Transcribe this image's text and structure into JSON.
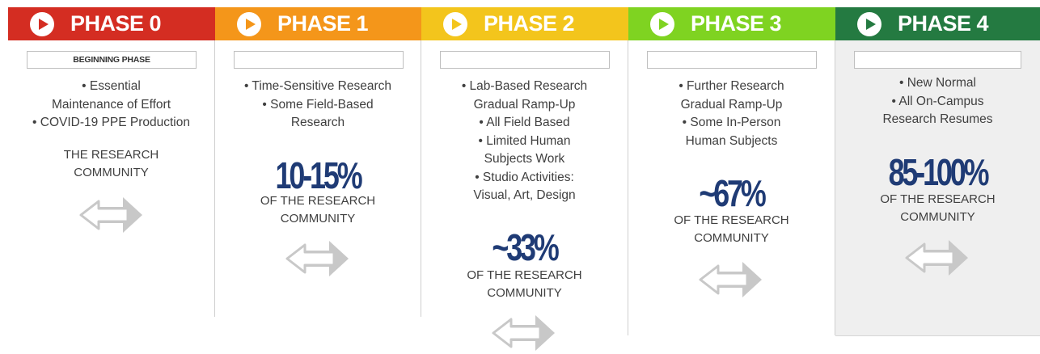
{
  "colors": {
    "phase0": "#d42d22",
    "phase1": "#f4961a",
    "phase2": "#f3c51c",
    "phase3": "#7fd321",
    "phase4": "#247a41",
    "percent": "#1f3b75",
    "arrow": "#c8c8c8"
  },
  "phases": [
    {
      "title": "PHASE 0",
      "label": "BEGINNING PHASE",
      "bullets": [
        "• Essential",
        "Maintenance of Effort",
        "• COVID-19 PPE Production"
      ],
      "percent": "",
      "caption": [
        "THE RESEARCH",
        "COMMUNITY"
      ],
      "arrow_icon": "double-arrow-icon"
    },
    {
      "title": "PHASE 1",
      "label": "",
      "bullets": [
        "• Time-Sensitive Research",
        "• Some Field-Based",
        "Research"
      ],
      "percent": "10-15%",
      "caption": [
        "OF THE RESEARCH",
        "COMMUNITY"
      ],
      "arrow_icon": "double-arrow-icon"
    },
    {
      "title": "PHASE 2",
      "label": "",
      "bullets": [
        "• Lab-Based Research",
        "Gradual Ramp-Up",
        "• All Field Based",
        "• Limited Human",
        "Subjects Work",
        "• Studio Activities:",
        "Visual, Art, Design"
      ],
      "percent": "~33%",
      "caption": [
        "OF THE RESEARCH",
        "COMMUNITY"
      ],
      "arrow_icon": "double-arrow-icon"
    },
    {
      "title": "PHASE 3",
      "label": "",
      "bullets": [
        "• Further Research",
        "Gradual Ramp-Up",
        "• Some In-Person",
        "Human Subjects"
      ],
      "percent": "~67%",
      "caption": [
        "OF THE RESEARCH",
        "COMMUNITY"
      ],
      "arrow_icon": "double-arrow-icon"
    },
    {
      "title": "PHASE 4",
      "label": "",
      "bullets": [
        "• New Normal",
        "• All On-Campus",
        "Research Resumes"
      ],
      "percent": "85-100%",
      "caption": [
        "OF THE RESEARCH",
        "COMMUNITY"
      ],
      "arrow_icon": "double-arrow-icon"
    }
  ]
}
